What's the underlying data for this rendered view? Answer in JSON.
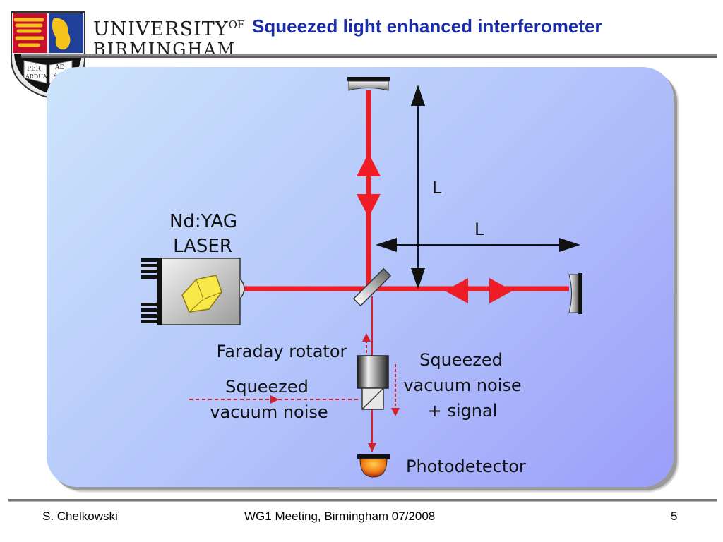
{
  "header": {
    "university_line1": "UNIVERSITY",
    "university_of": "OF",
    "university_line2": "BIRMINGHAM",
    "crest_motto_1": "PER",
    "crest_motto_2": "AD",
    "crest_motto_3": "ARDUA",
    "crest_motto_4": "ALTA",
    "slide_title": "Squeezed light enhanced interferometer"
  },
  "diagram": {
    "laser_label_line1": "Nd:YAG",
    "laser_label_line2": "LASER",
    "arm_length_vertical": "L",
    "arm_length_horizontal": "L",
    "faraday_label": "Faraday rotator",
    "squeezed_in_line1": "Squeezed",
    "squeezed_in_line2": "vacuum noise",
    "squeezed_out_line1": "Squeezed",
    "squeezed_out_line2": "vacuum noise",
    "squeezed_out_line3": "+ signal",
    "photodetector_label": "Photodetector"
  },
  "footer": {
    "author": "S. Chelkowski",
    "event": "WG1 Meeting, Birmingham 07/2008",
    "page_number": "5"
  },
  "colors": {
    "title": "#1b2ca8",
    "beam": "#ee1c24",
    "panel_light": "#cde4fb",
    "panel_dark": "#9b9ef9"
  }
}
